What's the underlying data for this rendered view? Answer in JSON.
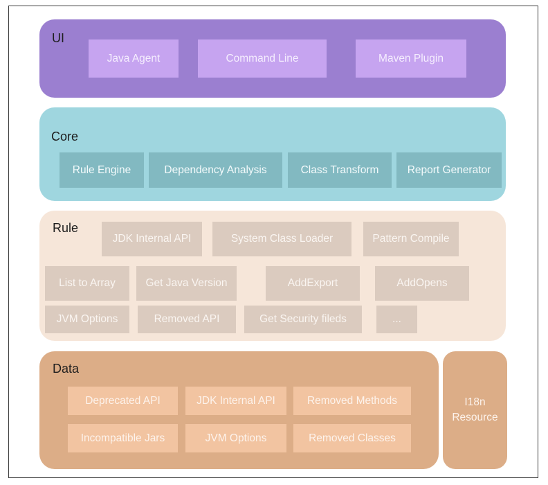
{
  "ui_layer": {
    "title": "UI",
    "items": [
      "Java Agent",
      "Command Line",
      "Maven Plugin"
    ]
  },
  "core_layer": {
    "title": "Core",
    "items": [
      "Rule Engine",
      "Dependency  Analysis",
      "Class Transform",
      "Report Generator"
    ]
  },
  "rule_layer": {
    "title": "Rule",
    "items": [
      "JDK Internal API",
      "System Class Loader",
      "Pattern Compile",
      "List to Array",
      "Get Java Version",
      "AddExport",
      "AddOpens",
      "JVM Options",
      "Removed API",
      "Get Security fileds",
      "..."
    ]
  },
  "data_layer": {
    "title": "Data",
    "items": [
      "Deprecated API",
      "JDK Internal API",
      "Removed Methods",
      "Incompatible Jars",
      "JVM Options",
      "Removed Classes"
    ]
  },
  "i18n_block": {
    "line1": "I18n",
    "line2": "Resource"
  },
  "colors": {
    "ui_layer": "#9b7fd0",
    "ui_item": "#c6a4f0",
    "core_layer": "#9fd6df",
    "core_item": "#82b9c1",
    "rule_layer": "#f6e6d9",
    "rule_item": "#dbcbbf",
    "data_layer": "#dcad87",
    "data_item": "#f2c4a1"
  }
}
